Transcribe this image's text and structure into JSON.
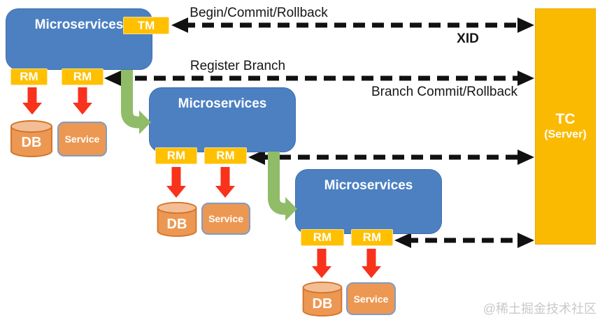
{
  "arrows": {
    "begin": "Begin/Commit/Rollback",
    "xid": "XID",
    "register": "Register Branch",
    "branch": "Branch Commit/Rollback"
  },
  "tc": {
    "title": "TC",
    "subtitle": "(Server)"
  },
  "groups": [
    {
      "title": "Microservices",
      "tm": "TM",
      "rm1": "RM",
      "rm2": "RM",
      "db": "DB",
      "service": "Service"
    },
    {
      "title": "Microservices",
      "rm1": "RM",
      "rm2": "RM",
      "db": "DB",
      "service": "Service"
    },
    {
      "title": "Microservices",
      "rm1": "RM",
      "rm2": "RM",
      "db": "DB",
      "service": "Service"
    }
  ],
  "watermark": "@稀土掘金技术社区",
  "colors": {
    "microservice_blue": "#4C80C1",
    "badge_gold": "#FFC000",
    "tc_gold": "#FBBA02",
    "resource_orange": "#EC9853",
    "resource_orange_light": "#F3BE95",
    "resource_border": "#D2752B",
    "service_border": "#7E9CC6",
    "arrow_red": "#F8321B",
    "flow_green": "#90BC68",
    "dashed_black": "#111111"
  }
}
